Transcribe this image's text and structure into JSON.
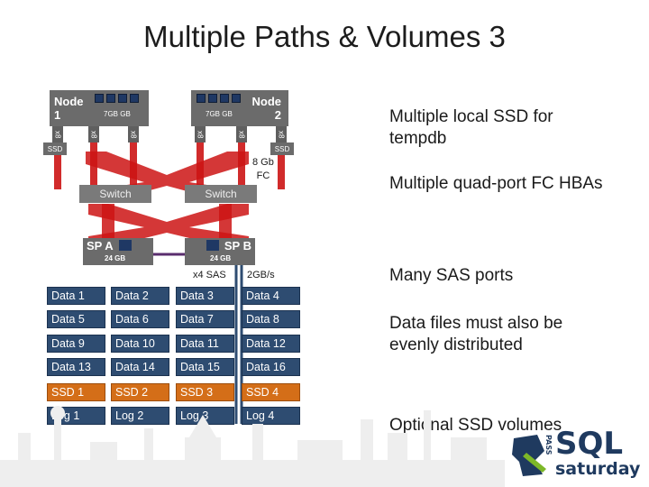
{
  "title": "Multiple Paths & Volumes 3",
  "node1": {
    "label_line1": "Node",
    "label_line2": "1",
    "memory": "7GB GB"
  },
  "node2": {
    "label_line1": "Node",
    "label_line2": "2",
    "memory": "7GB GB"
  },
  "nic_label": "x8",
  "ssd_tag": "SSD",
  "fc_label_line1": "8 Gb",
  "fc_label_line2": "FC",
  "switch_label": "Switch",
  "spa": {
    "label": "SP A",
    "memory": "24 GB"
  },
  "spb": {
    "label": "SP B",
    "memory": "24 GB"
  },
  "sas_label": "x4 SAS",
  "bandwidth_label": "2GB/s",
  "grid": [
    [
      "Data 1",
      "Data 2",
      "Data 3",
      "Data 4"
    ],
    [
      "Data 5",
      "Data 6",
      "Data 7",
      "Data 8"
    ],
    [
      "Data 9",
      "Data 10",
      "Data 11",
      "Data 12"
    ],
    [
      "Data 13",
      "Data 14",
      "Data 15",
      "Data 16"
    ],
    [
      "SSD 1",
      "SSD 2",
      "SSD 3",
      "SSD 4"
    ],
    [
      "Log 1",
      "Log 2",
      "Log 3",
      "Log 4"
    ]
  ],
  "bullets": [
    "Multiple local SSD for tempdb",
    "Multiple quad-port FC HBAs",
    "Many SAS ports",
    "Data files must also be evenly distributed",
    "Optional SSD volumes"
  ],
  "logo": {
    "word1": "SQL",
    "word2": "saturday",
    "small": "PASS"
  },
  "colors": {
    "data": "#2e4c71",
    "ssd": "#d46e18",
    "fc_line": "#cc1414",
    "sas_line": "#5a2d6e",
    "node": "#6b6b6b"
  }
}
